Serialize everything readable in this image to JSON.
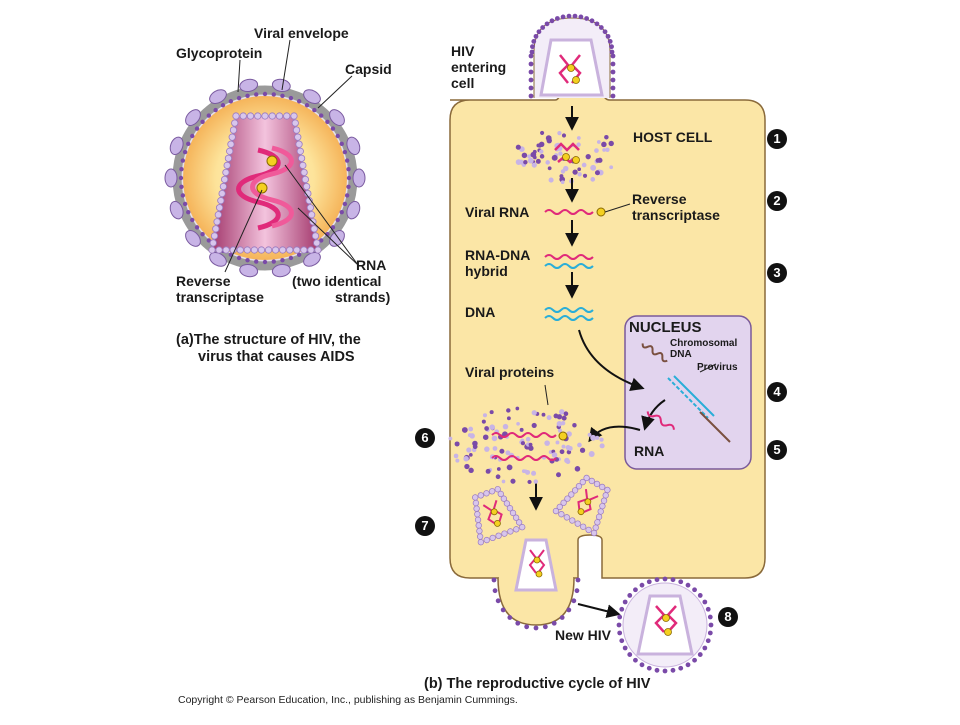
{
  "panel_a": {
    "labels": {
      "viral_envelope": "Viral envelope",
      "glycoprotein": "Glycoprotein",
      "capsid": "Capsid",
      "rna": "RNA",
      "rna_detail_1": "(two identical",
      "rna_detail_2": "strands)",
      "reverse_transcriptase_1": "Reverse",
      "reverse_transcriptase_2": "transcriptase"
    },
    "caption_line1": "(a)The structure of HIV, the",
    "caption_line2": "virus that causes AIDS"
  },
  "panel_b": {
    "labels": {
      "hiv_entering_1": "HIV",
      "hiv_entering_2": "entering",
      "hiv_entering_3": "cell",
      "host_cell": "HOST CELL",
      "viral_rna": "Viral RNA",
      "reverse_1": "Reverse",
      "reverse_2": "transcriptase",
      "rna_dna_1": "RNA-DNA",
      "rna_dna_2": "hybrid",
      "dna": "DNA",
      "nucleus": "NUCLEUS",
      "chromosomal_1": "Chromosomal",
      "chromosomal_2": "DNA",
      "provirus": "Provirus",
      "viral_proteins": "Viral proteins",
      "rna": "RNA",
      "new_hiv": "New HIV"
    },
    "steps": [
      "1",
      "2",
      "3",
      "4",
      "5",
      "6",
      "7",
      "8"
    ],
    "caption": "(b) The reproductive cycle of HIV"
  },
  "copyright": "Copyright © Pearson Education, Inc., publishing as Benjamin Cummings.",
  "colors": {
    "cell_fill": "#fbe6a6",
    "cell_stroke": "#8a6a3a",
    "envelope_purple": "#7a4aa8",
    "glycoprotein": "#c8b4e6",
    "rna_pink": "#e02a7a",
    "dna_cyan": "#2aaed8",
    "chromosomal_brown": "#7a5040",
    "nucleus_fill": "#e2d4ee",
    "enzyme_yellow": "#f4d020"
  }
}
